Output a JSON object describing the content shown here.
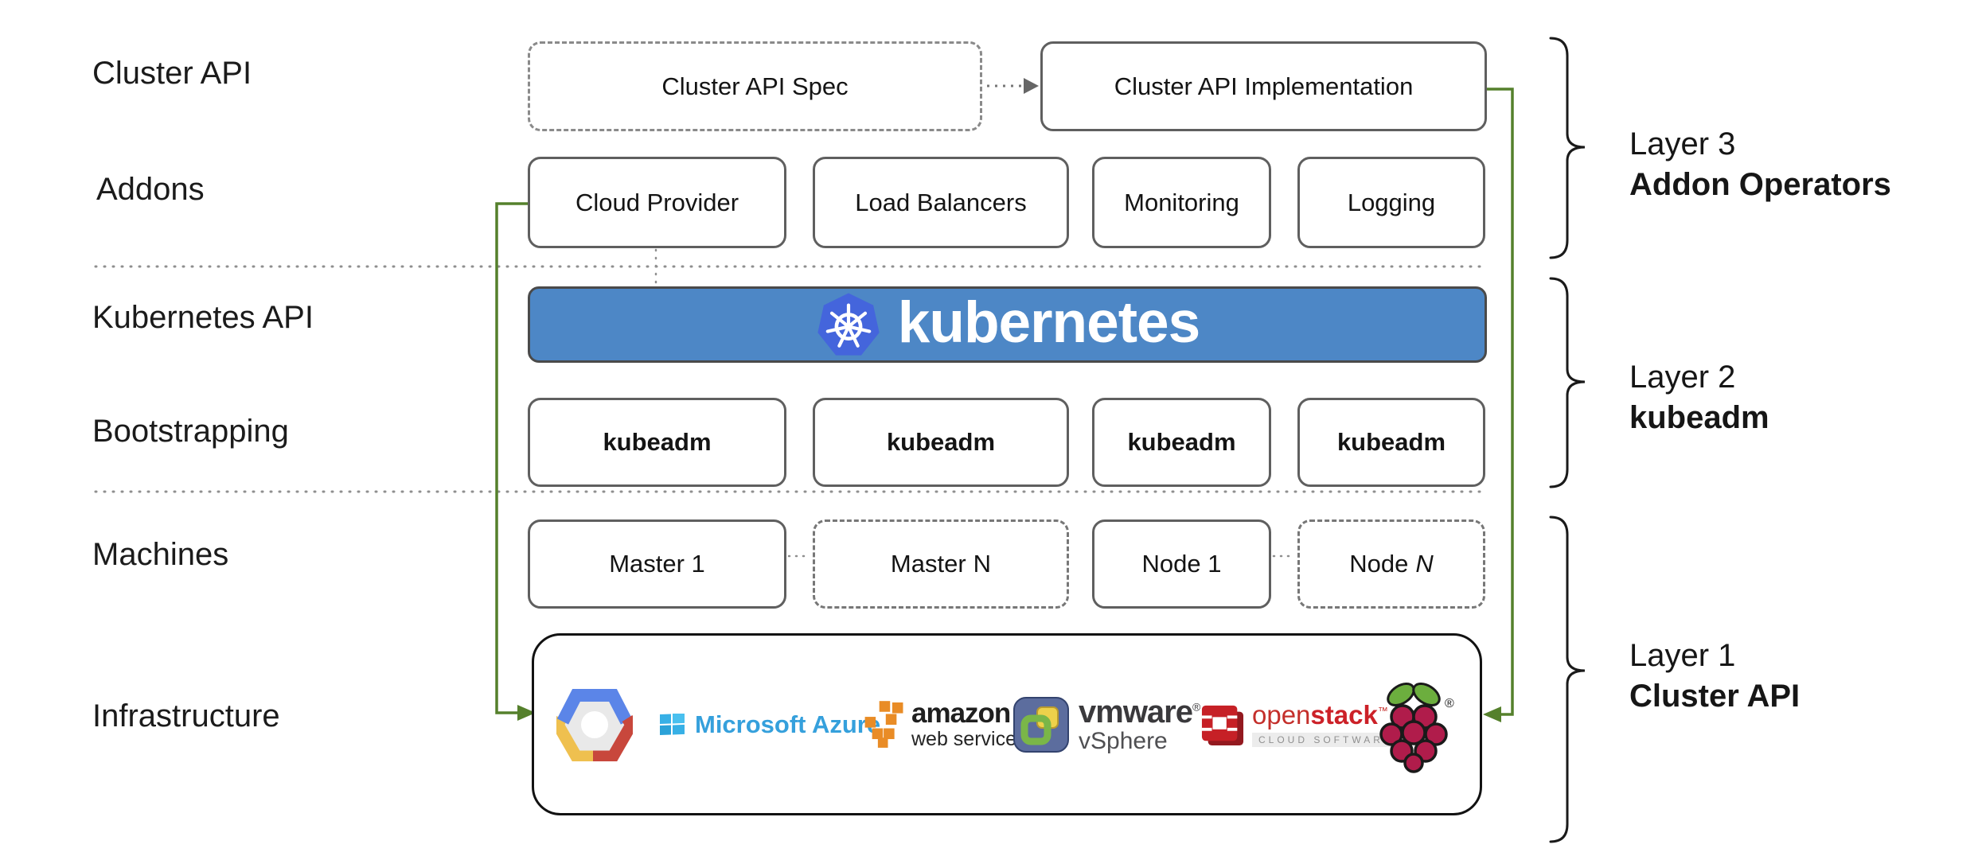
{
  "row_labels": {
    "cluster_api": "Cluster API",
    "addons": "Addons",
    "kubernetes_api": "Kubernetes API",
    "bootstrapping": "Bootstrapping",
    "machines": "Machines",
    "infrastructure": "Infrastructure"
  },
  "top_row": {
    "spec": "Cluster API Spec",
    "implementation": "Cluster API Implementation"
  },
  "addons": {
    "items": [
      "Cloud Provider",
      "Load Balancers",
      "Monitoring",
      "Logging"
    ]
  },
  "banner": {
    "text": "kubernetes"
  },
  "bootstrapping": {
    "items": [
      "kubeadm",
      "kubeadm",
      "kubeadm",
      "kubeadm"
    ]
  },
  "machines": {
    "items": [
      {
        "prefix": "Master 1",
        "n": ""
      },
      {
        "prefix": "Master",
        "n": "N"
      },
      {
        "prefix": "Node 1",
        "n": ""
      },
      {
        "prefix": "Node",
        "n": "N"
      }
    ]
  },
  "infrastructure": {
    "azure": {
      "label": "Microsoft Azure"
    },
    "aws": {
      "label": "amazon",
      "sub": "web services"
    },
    "vmware": {
      "label": "vmware",
      "reg": "®",
      "sub": "vSphere"
    },
    "openstack": {
      "open": "open",
      "stack": "stack",
      "tm": "™",
      "sub": "CLOUD SOFTWARE"
    },
    "raspberry": {
      "reg": "®"
    }
  },
  "layers": [
    {
      "name": "Layer 3",
      "title": "Addon Operators"
    },
    {
      "name": "Layer 2",
      "title": "kubeadm"
    },
    {
      "name": "Layer 1",
      "title": "Cluster API"
    }
  ],
  "colors": {
    "banner_blue": "#4d87c6",
    "k8s_logo_blue": "#4465dc",
    "connector_green": "#55802c",
    "box_border_gray": "#5f5f5f",
    "azure_blue": "#35a0dc",
    "aws_orange": "#e98c26",
    "vmware_text_gray": "#3a393c",
    "openstack_red": "#c62026",
    "raspberry_crimson": "#b01c4b",
    "leaf_green": "#6cae3e",
    "google_blue": "#5b85e8",
    "google_red": "#c8473c",
    "google_yellow": "#efc04f"
  }
}
